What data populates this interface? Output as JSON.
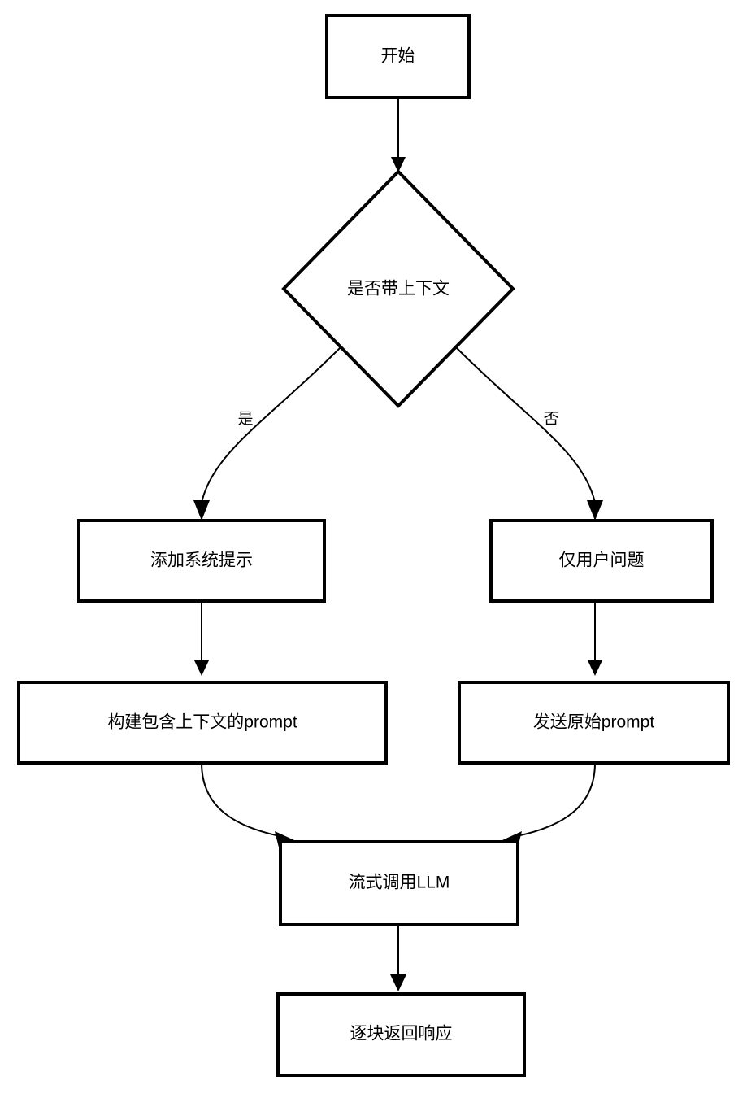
{
  "diagram": {
    "type": "flowchart",
    "orientation": "top-to-bottom",
    "background_color": "#ffffff",
    "stroke_color": "#000000",
    "node_fill": "#ffffff",
    "nodes": [
      {
        "id": "start",
        "shape": "rectangle",
        "label": "开始"
      },
      {
        "id": "decision",
        "shape": "diamond",
        "label": "是否带上下文"
      },
      {
        "id": "add_system",
        "shape": "rectangle",
        "label": "添加系统提示"
      },
      {
        "id": "only_user",
        "shape": "rectangle",
        "label": "仅用户问题"
      },
      {
        "id": "build_prompt",
        "shape": "rectangle",
        "label": "构建包含上下文的prompt"
      },
      {
        "id": "send_raw",
        "shape": "rectangle",
        "label": "发送原始prompt"
      },
      {
        "id": "stream_llm",
        "shape": "rectangle",
        "label": "流式调用LLM"
      },
      {
        "id": "chunk_resp",
        "shape": "rectangle",
        "label": "逐块返回响应"
      }
    ],
    "edges": [
      {
        "id": "e1",
        "from": "start",
        "to": "decision",
        "label": ""
      },
      {
        "id": "e2",
        "from": "decision",
        "to": "add_system",
        "label": "是"
      },
      {
        "id": "e3",
        "from": "decision",
        "to": "only_user",
        "label": "否"
      },
      {
        "id": "e4",
        "from": "add_system",
        "to": "build_prompt",
        "label": ""
      },
      {
        "id": "e5",
        "from": "only_user",
        "to": "send_raw",
        "label": ""
      },
      {
        "id": "e6",
        "from": "build_prompt",
        "to": "stream_llm",
        "label": ""
      },
      {
        "id": "e7",
        "from": "send_raw",
        "to": "stream_llm",
        "label": ""
      },
      {
        "id": "e8",
        "from": "stream_llm",
        "to": "chunk_resp",
        "label": ""
      }
    ]
  }
}
